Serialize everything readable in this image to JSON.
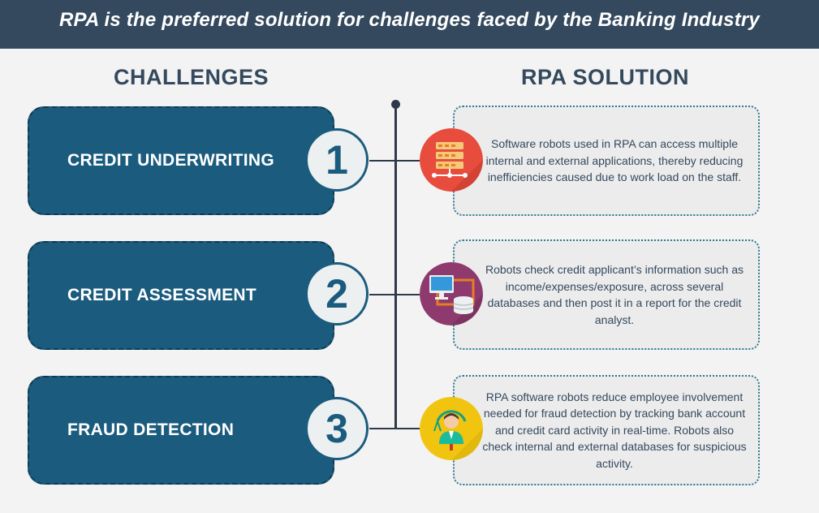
{
  "title": "RPA is the preferred solution for challenges faced by the Banking Industry",
  "columns": {
    "left": "CHALLENGES",
    "right": "RPA SOLUTION"
  },
  "rows": [
    {
      "number": "1",
      "challenge": "CREDIT UNDERWRITING",
      "icon": "server-network-icon",
      "icon_color": "#e74c3c",
      "solution": "Software robots used in RPA can access multiple internal and external applications, thereby reducing inefficiencies caused due to work load on the staff."
    },
    {
      "number": "2",
      "challenge": "CREDIT ASSESSMENT",
      "icon": "monitor-database-icon",
      "icon_color": "#8e3a6e",
      "solution": "Robots check credit applicant’s information such as income/expenses/exposure, across several databases and then post it in a report for the credit analyst."
    },
    {
      "number": "3",
      "challenge": "FRAUD DETECTION",
      "icon": "fraud-analyst-icon",
      "icon_color": "#f1c40f",
      "solution": "RPA software robots reduce employee involvement needed for fraud detection by tracking bank account and credit card activity in real-time. Robots also check internal and external databases for suspicious activity."
    }
  ],
  "colors": {
    "header_bg": "#34495e",
    "challenge_bg": "#1b5b7e",
    "solution_border": "#2e7a92",
    "page_bg": "#f3f3f3"
  }
}
